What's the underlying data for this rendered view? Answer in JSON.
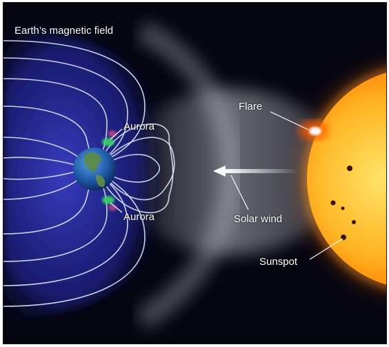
{
  "title": "Earth’s magnetic field",
  "labels": {
    "aurora_north": "Aurora",
    "aurora_south": "Aurora",
    "flare": "Flare",
    "solar_wind": "Solar wind",
    "sunspot": "Sunspot"
  },
  "colors": {
    "background": "#050510",
    "field_lines": "#dfe8ff",
    "field_glow": "#2a2f9e",
    "aurora": "#37d66a",
    "sun_core": "#ffd23a",
    "sun_edge": "#ff7a00",
    "solar_wind": "#ffffff"
  }
}
